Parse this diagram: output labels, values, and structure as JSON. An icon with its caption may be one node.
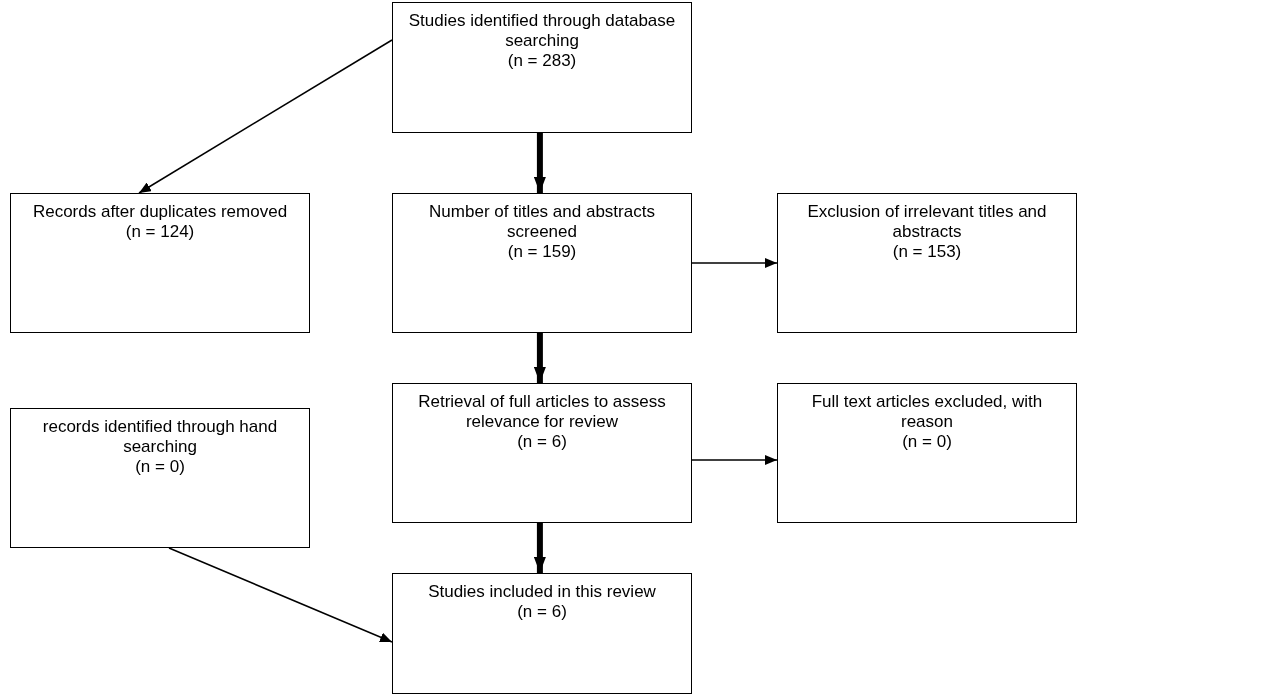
{
  "diagram": {
    "nodes": [
      {
        "text": [
          "Studies identified through database searching",
          "(n = 283)"
        ]
      },
      {
        "text": [
          "Records after duplicates removed",
          "(n = 124)"
        ]
      },
      {
        "text": [
          "Number of titles and abstracts screened",
          "(n = 159)"
        ]
      },
      {
        "text": [
          "Exclusion of irrelevant titles and abstracts",
          "(n = 153)"
        ]
      },
      {
        "text": [
          "records identified through hand searching",
          "(n = 0)"
        ]
      },
      {
        "text": [
          "Retrieval of full articles to assess relevance for review",
          "(n = 6)"
        ]
      },
      {
        "text": [
          "Full text articles excluded, with reason",
          "(n = 0)"
        ]
      },
      {
        "text": [
          "Studies included in this review",
          "(n = 6)"
        ]
      }
    ],
    "edges": [
      {
        "from": 0,
        "to": 1,
        "arrow": "to"
      },
      {
        "from": 0,
        "to": 2,
        "arrow": "to",
        "style": "thick"
      },
      {
        "from": 2,
        "to": 3,
        "arrow": "to"
      },
      {
        "from": 2,
        "to": 5,
        "arrow": "to",
        "style": "thick"
      },
      {
        "from": 5,
        "to": 6,
        "arrow": "to"
      },
      {
        "from": 5,
        "to": 7,
        "arrow": "to",
        "style": "thick"
      },
      {
        "from": 4,
        "to": 7,
        "arrow": "to"
      }
    ]
  }
}
